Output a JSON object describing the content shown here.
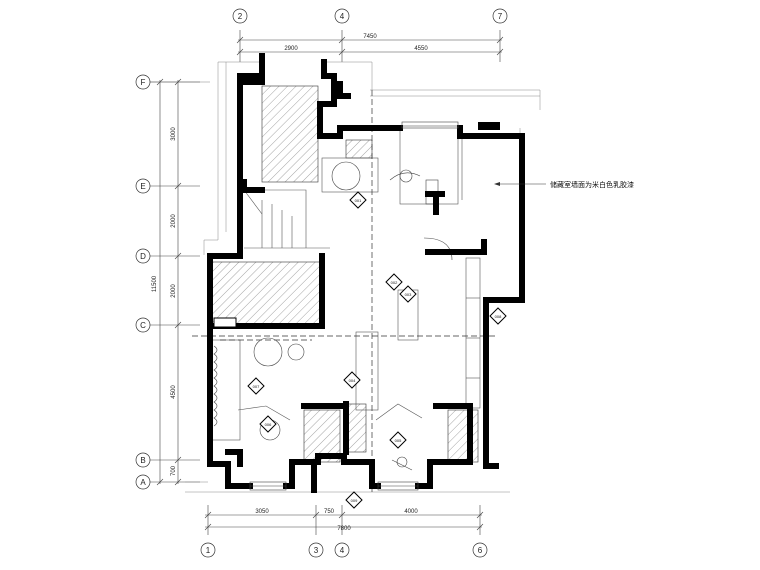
{
  "dimensions": {
    "top_total": "7450",
    "top_seg1": "2900",
    "top_seg2": "4550",
    "left_total": "11500",
    "left_seg1": "3000",
    "left_seg2": "2000",
    "left_seg3": "2000",
    "left_seg4": "4500",
    "left_seg5": "700",
    "bottom_total": "7800",
    "bottom_seg1": "3050",
    "bottom_seg2": "750",
    "bottom_seg3": "4000"
  },
  "axes": {
    "top": [
      "2",
      "4",
      "7"
    ],
    "bottom": [
      "1",
      "3",
      "4",
      "6"
    ],
    "left": [
      "F",
      "E",
      "D",
      "C",
      "B",
      "A"
    ]
  },
  "note": "储藏室墙面为米白色乳胶漆",
  "tags": {
    "t001": "001",
    "t002": "002",
    "t003": "003",
    "t004": "004",
    "t005": "005",
    "t006": "006",
    "t007": "007",
    "t008": "008",
    "t009": "009"
  },
  "colors": {
    "wall": "#000000",
    "line": "#333333",
    "hatch": "#555555"
  }
}
